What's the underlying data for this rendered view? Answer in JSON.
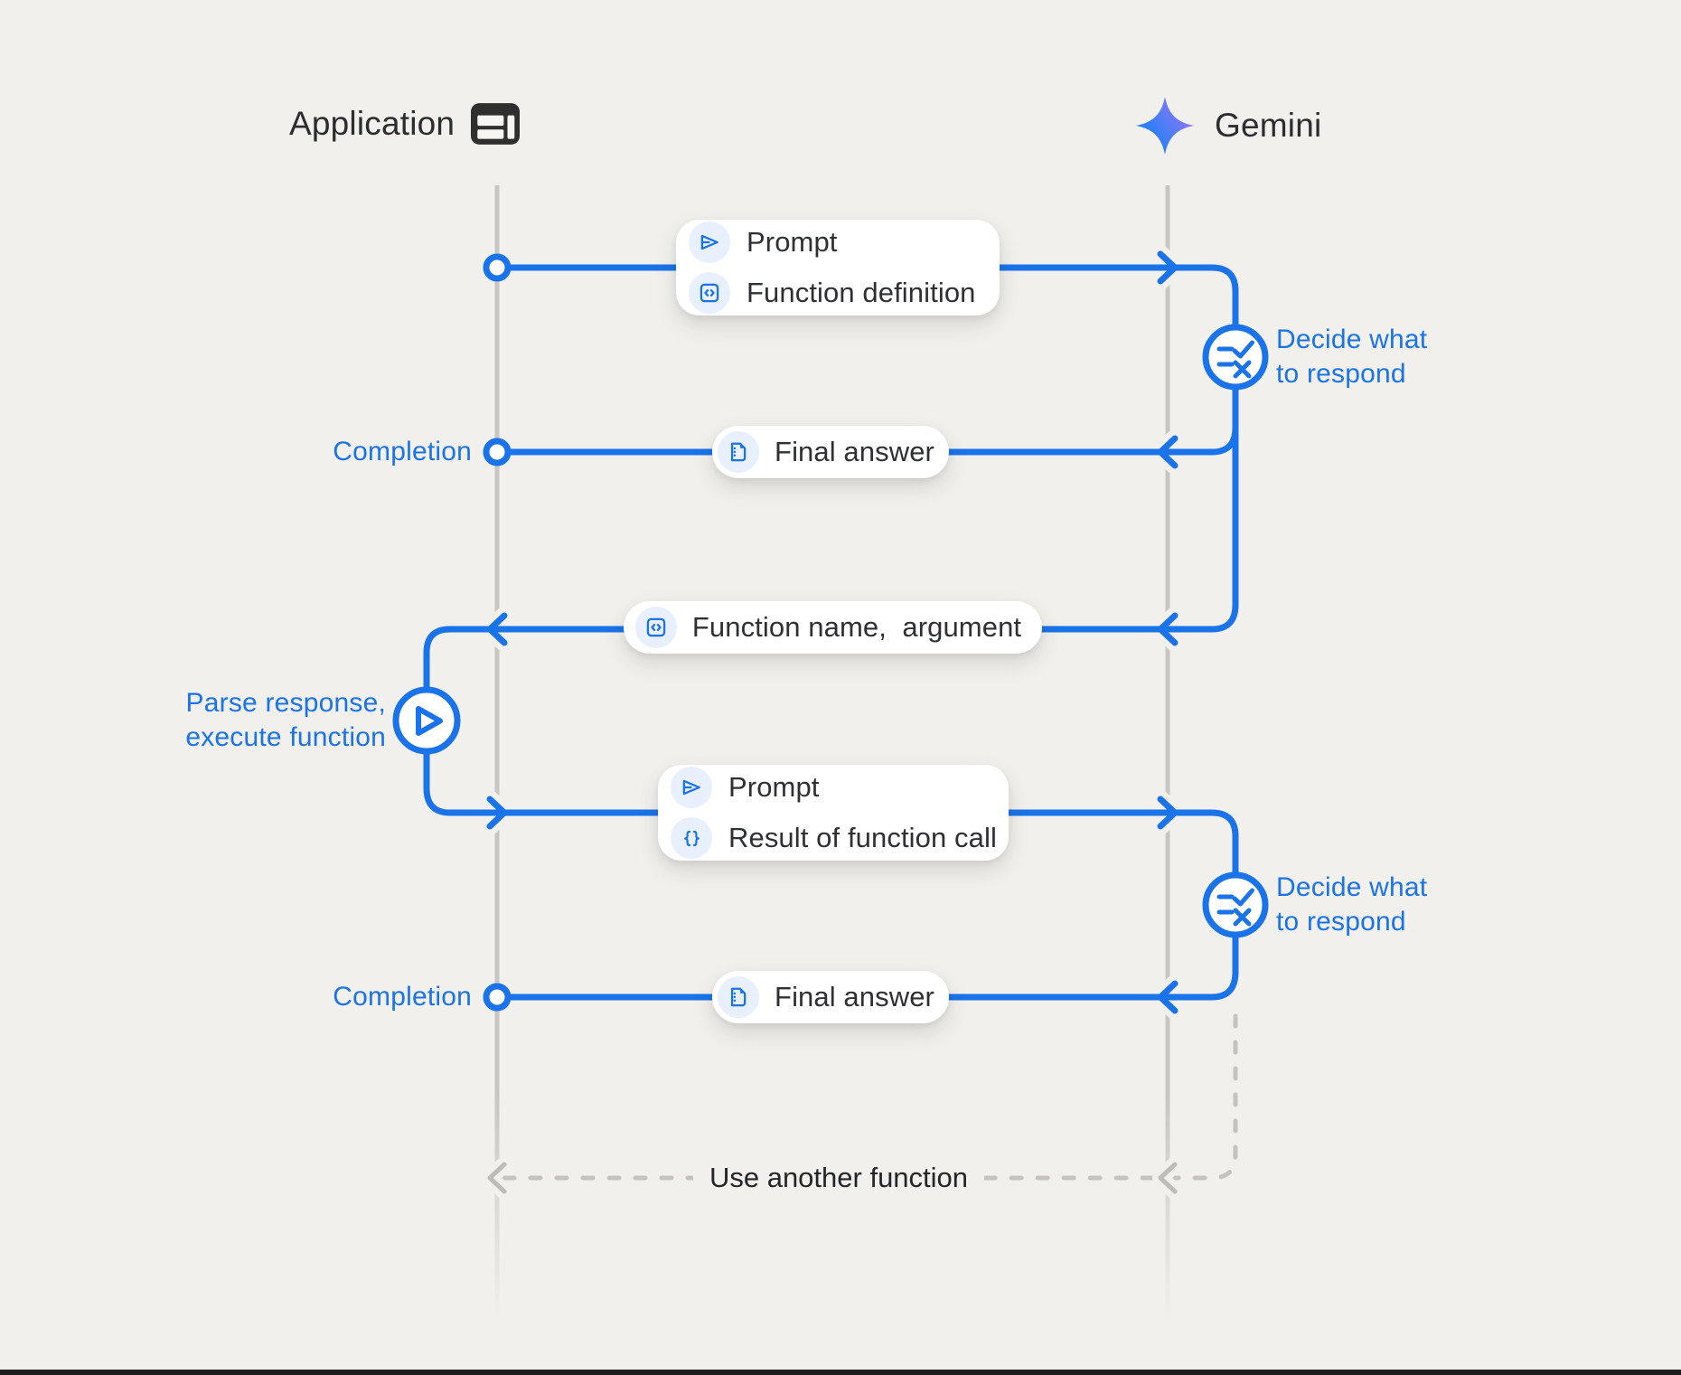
{
  "colors": {
    "background": "#f2f0ec",
    "accent_blue": "#1a73e8",
    "icon_chip_blue": "#e8f0fe",
    "card_white": "#ffffff",
    "text_dark": "#2e3033",
    "lifeline_gray": "#c8c6c2",
    "dashed_gray": "#c6c3bf",
    "gemini_gradient_start": "#0d7cfb",
    "gemini_gradient_end": "#9d72f3"
  },
  "header": {
    "application": "Application",
    "gemini": "Gemini"
  },
  "messages": {
    "prompt_function_definition": {
      "row1": "Prompt",
      "row2": "Function definition"
    },
    "final_answer_first": "Final answer",
    "function_name_argument": "Function name,  argument",
    "prompt_result_function_call": {
      "row1": "Prompt",
      "row2": "Result of function call"
    },
    "final_answer_second": "Final answer"
  },
  "labels": {
    "completion_first": "Completion",
    "completion_second": "Completion",
    "decide_first": {
      "line1": "Decide what",
      "line2": "to respond"
    },
    "decide_second": {
      "line1": "Decide what",
      "line2": "to respond"
    },
    "parse": {
      "line1": "Parse response,",
      "line2": "execute function"
    },
    "use_another_function": "Use another function"
  },
  "icons": {
    "application": "app-window-icon",
    "gemini": "gemini-star-icon",
    "prompt": "send-icon",
    "function_definition": "code-icon",
    "final_answer": "document-icon",
    "function_name": "code-icon",
    "result_of_function_call": "braces-icon",
    "decide": "checklist-decide-icon",
    "parse_execute": "play-icon"
  }
}
